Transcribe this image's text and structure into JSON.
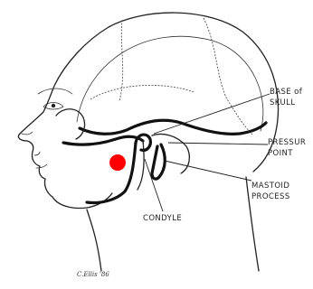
{
  "labels": {
    "base_of_skull_line1": "BASE of",
    "base_of_skull_line2": "SKULL",
    "pressure_point_line1": "PRESSUR",
    "pressure_point_line2": "POINT",
    "mastoid_line1": "MASTOID",
    "mastoid_line2": "PROCESS",
    "condyle": "CONDYLE",
    "signature": "C.Ellis '86"
  },
  "marker": {
    "color": "#ff0000",
    "shape": "circle"
  },
  "ink_color": "#222222"
}
